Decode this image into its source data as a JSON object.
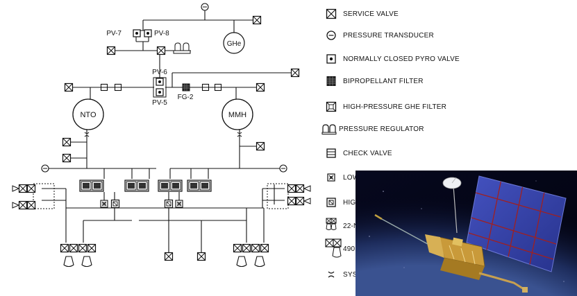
{
  "schematic": {
    "labels": {
      "pv7": "PV-7",
      "pv8": "PV-8",
      "ghe": "GHe",
      "pv6": "PV-6",
      "pv5": "PV-5",
      "fg2": "FG-2",
      "nto": "NTO",
      "mmh": "MMH"
    }
  },
  "legend": {
    "items": [
      {
        "icon": "service-valve-icon",
        "label": "SERVICE VALVE"
      },
      {
        "icon": "pressure-transducer-icon",
        "label": "PRESSURE TRANSDUCER"
      },
      {
        "icon": "pyro-valve-icon",
        "label": "NORMALLY CLOSED PYRO VALVE"
      },
      {
        "icon": "bipropellant-filter-icon",
        "label": "BIPROPELLANT FILTER"
      },
      {
        "icon": "ghe-filter-icon",
        "label": "HIGH-PRESSURE GHe FILTER"
      },
      {
        "icon": "pressure-regulator-icon",
        "label": "PRESSURE REGULATOR"
      },
      {
        "icon": "check-valve-icon",
        "label": "CHECK VALVE"
      },
      {
        "icon": "low-pressure-valve-icon",
        "label": "LOW"
      },
      {
        "icon": "high-pressure-valve-icon",
        "label": "HIG"
      },
      {
        "icon": "thruster-22n-icon",
        "label": "22-N"
      },
      {
        "icon": "thruster-490n-icon",
        "label": "490"
      },
      {
        "icon": "system-orifice-icon",
        "label": "SYS"
      }
    ]
  },
  "photo": {
    "subject": "spacecraft-with-solar-array-and-antenna",
    "colors": {
      "space": "#04061c",
      "panel": "#3340a8",
      "panel_grid": "#a02020",
      "bus": "#c99a3a",
      "planet": "#2b3d7a"
    }
  }
}
